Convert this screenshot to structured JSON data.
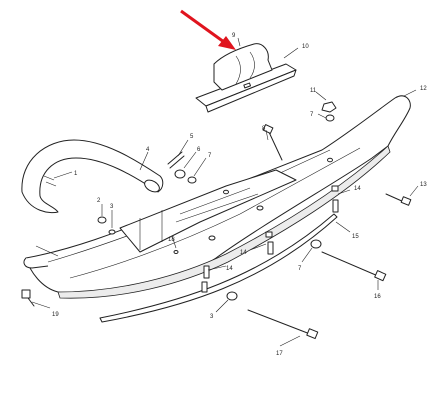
{
  "diagram": {
    "callouts": [
      "1",
      "2",
      "3",
      "4",
      "5",
      "6",
      "7",
      "8",
      "9",
      "10",
      "11",
      "7",
      "12",
      "13",
      "14",
      "14",
      "7",
      "15",
      "16",
      "3",
      "17",
      "18",
      "19",
      "14"
    ],
    "arrow_color": "#e0141e",
    "line_color": "#222222"
  }
}
